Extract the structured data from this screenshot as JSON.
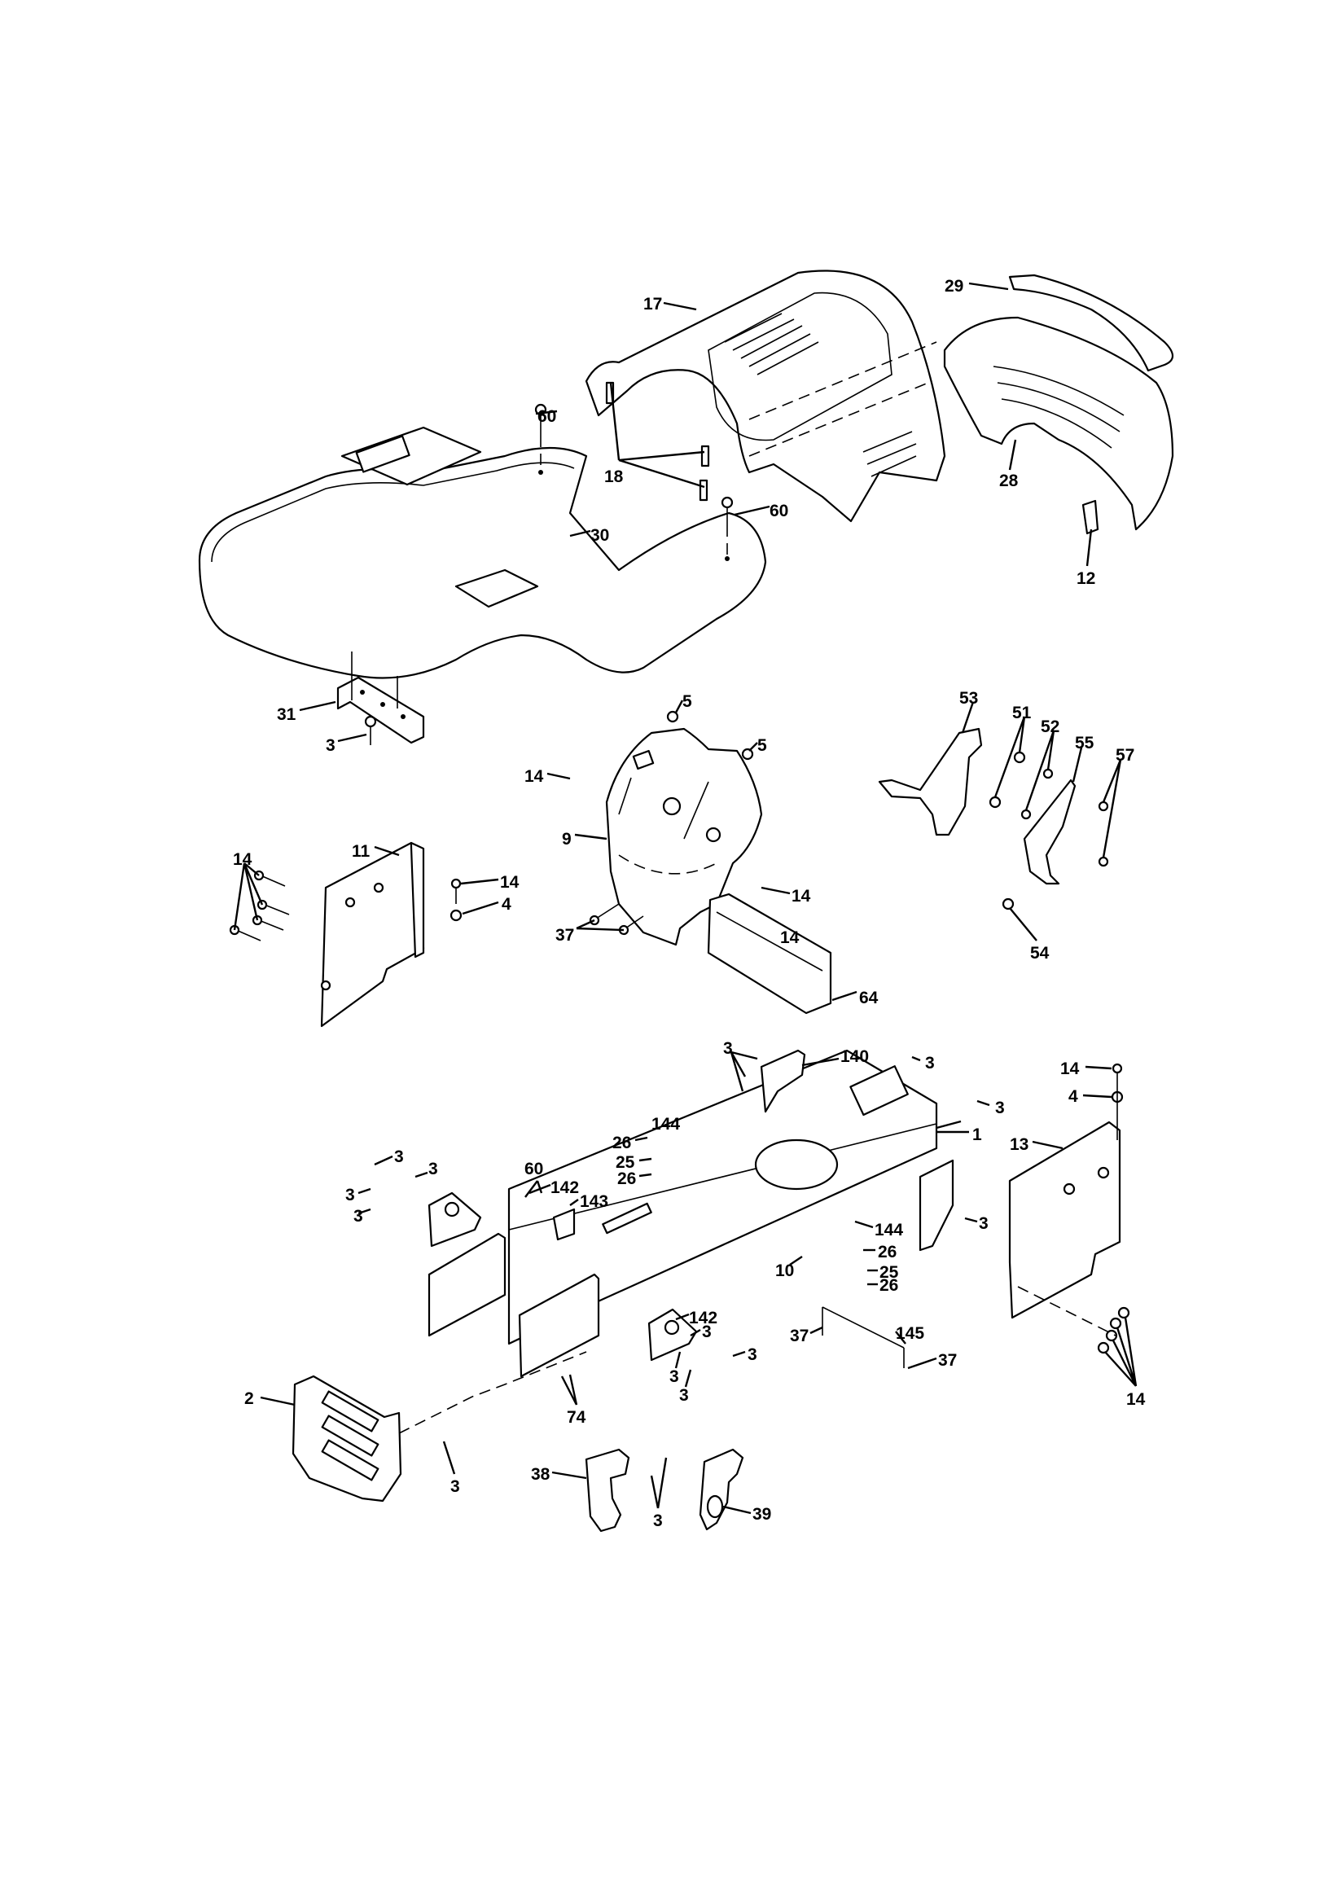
{
  "diagram": {
    "title": "Chassis and Enclosures exploded parts diagram",
    "colors": {
      "line": "#000000",
      "background": "#ffffff"
    },
    "callouts": [
      {
        "id": "c-17",
        "label": "17",
        "part": "hood"
      },
      {
        "id": "c-29",
        "label": "29",
        "part": "bumper-top"
      },
      {
        "id": "c-60a",
        "label": "60",
        "part": "pin"
      },
      {
        "id": "c-18",
        "label": "18",
        "part": "hood-lens"
      },
      {
        "id": "c-60b",
        "label": "60",
        "part": "pin"
      },
      {
        "id": "c-30",
        "label": "30",
        "part": "fender"
      },
      {
        "id": "c-28",
        "label": "28",
        "part": "grille"
      },
      {
        "id": "c-12",
        "label": "12",
        "part": "latch"
      },
      {
        "id": "c-31",
        "label": "31",
        "part": "fender-bracket"
      },
      {
        "id": "c-3a",
        "label": "3",
        "part": "screw"
      },
      {
        "id": "c-5a",
        "label": "5",
        "part": "nut"
      },
      {
        "id": "c-5b",
        "label": "5",
        "part": "nut"
      },
      {
        "id": "c-14a",
        "label": "14",
        "part": "bolt"
      },
      {
        "id": "c-9",
        "label": "9",
        "part": "dash-panel"
      },
      {
        "id": "c-11",
        "label": "11",
        "part": "left-side-panel"
      },
      {
        "id": "c-14b",
        "label": "14",
        "part": "bolt"
      },
      {
        "id": "c-14c",
        "label": "14",
        "part": "bolt"
      },
      {
        "id": "c-4a",
        "label": "4",
        "part": "washer"
      },
      {
        "id": "c-14d",
        "label": "14",
        "part": "bolt"
      },
      {
        "id": "c-37a",
        "label": "37",
        "part": "bolt"
      },
      {
        "id": "c-14e",
        "label": "14",
        "part": "bolt"
      },
      {
        "id": "c-64",
        "label": "64",
        "part": "lower-dash"
      },
      {
        "id": "c-53",
        "label": "53",
        "part": "bracket"
      },
      {
        "id": "c-51",
        "label": "51",
        "part": "nut"
      },
      {
        "id": "c-52",
        "label": "52",
        "part": "washer"
      },
      {
        "id": "c-55",
        "label": "55",
        "part": "bracket"
      },
      {
        "id": "c-57",
        "label": "57",
        "part": "bolt"
      },
      {
        "id": "c-54",
        "label": "54",
        "part": "nut"
      },
      {
        "id": "c-3b",
        "label": "3",
        "part": "screw"
      },
      {
        "id": "c-140",
        "label": "140",
        "part": "bracket"
      },
      {
        "id": "c-3c",
        "label": "3",
        "part": "screw"
      },
      {
        "id": "c-3d",
        "label": "3",
        "part": "screw"
      },
      {
        "id": "c-144a",
        "label": "144",
        "part": "clip"
      },
      {
        "id": "c-26a",
        "label": "26",
        "part": "nut"
      },
      {
        "id": "c-1",
        "label": "1",
        "part": "chassis-frame"
      },
      {
        "id": "c-25a",
        "label": "25",
        "part": "washer"
      },
      {
        "id": "c-26b",
        "label": "26",
        "part": "nut"
      },
      {
        "id": "c-13",
        "label": "13",
        "part": "right-side-panel"
      },
      {
        "id": "c-14f",
        "label": "14",
        "part": "bolt"
      },
      {
        "id": "c-4b",
        "label": "4",
        "part": "washer"
      },
      {
        "id": "c-3e",
        "label": "3",
        "part": "screw"
      },
      {
        "id": "c-3f",
        "label": "3",
        "part": "screw"
      },
      {
        "id": "c-60c",
        "label": "60",
        "part": "pin"
      },
      {
        "id": "c-3g",
        "label": "3",
        "part": "screw"
      },
      {
        "id": "c-142a",
        "label": "142",
        "part": "bracket"
      },
      {
        "id": "c-3h",
        "label": "3",
        "part": "screw"
      },
      {
        "id": "c-143",
        "label": "143",
        "part": "bracket"
      },
      {
        "id": "c-3i",
        "label": "3",
        "part": "screw"
      },
      {
        "id": "c-144b",
        "label": "144",
        "part": "clip"
      },
      {
        "id": "c-26c",
        "label": "26",
        "part": "nut"
      },
      {
        "id": "c-10",
        "label": "10",
        "part": "bolt"
      },
      {
        "id": "c-25b",
        "label": "25",
        "part": "washer"
      },
      {
        "id": "c-26d",
        "label": "26",
        "part": "nut"
      },
      {
        "id": "c-37b",
        "label": "37",
        "part": "bolt"
      },
      {
        "id": "c-145",
        "label": "145",
        "part": "rod"
      },
      {
        "id": "c-142b",
        "label": "142",
        "part": "bracket"
      },
      {
        "id": "c-3j",
        "label": "3",
        "part": "screw"
      },
      {
        "id": "c-3k",
        "label": "3",
        "part": "screw"
      },
      {
        "id": "c-37c",
        "label": "37",
        "part": "bolt"
      },
      {
        "id": "c-3l",
        "label": "3",
        "part": "screw"
      },
      {
        "id": "c-3m",
        "label": "3",
        "part": "screw"
      },
      {
        "id": "c-14g",
        "label": "14",
        "part": "bolt"
      },
      {
        "id": "c-74",
        "label": "74",
        "part": "nut"
      },
      {
        "id": "c-2",
        "label": "2",
        "part": "front-bumper-plate"
      },
      {
        "id": "c-3n",
        "label": "3",
        "part": "screw"
      },
      {
        "id": "c-38",
        "label": "38",
        "part": "left-bracket"
      },
      {
        "id": "c-3o",
        "label": "3",
        "part": "screw"
      },
      {
        "id": "c-39",
        "label": "39",
        "part": "right-bracket"
      }
    ]
  }
}
